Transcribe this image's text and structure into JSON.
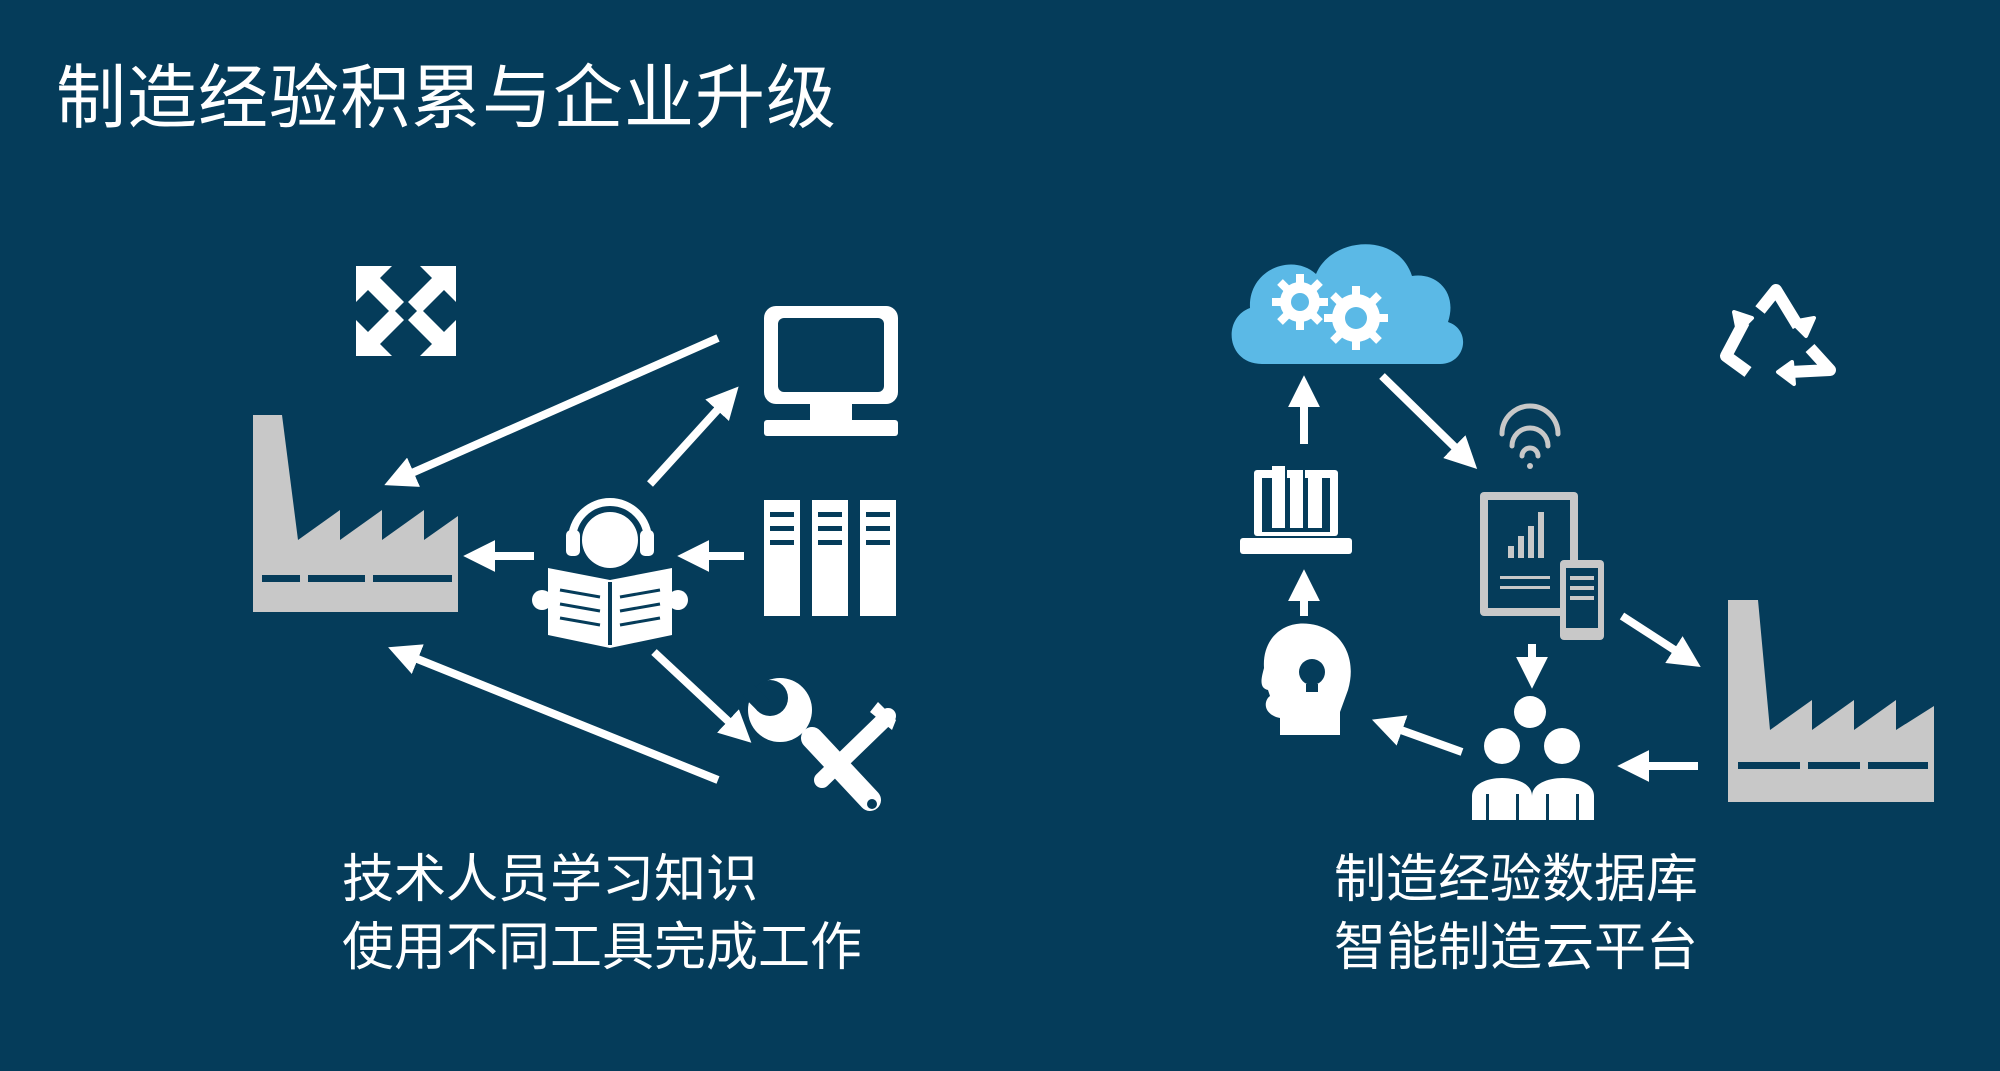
{
  "title": "制造经验积累与企业升级",
  "left_panel": {
    "caption_lines": [
      "技术人员学习知识",
      "使用不同工具完成工作"
    ],
    "icons": [
      "move-arrows-icon",
      "factory-icon",
      "monitor-icon",
      "server-rack-icon",
      "reader-with-headphones-icon",
      "wrench-screwdriver-icon"
    ]
  },
  "right_panel": {
    "caption_lines": [
      "制造经验数据库",
      "智能制造云平台"
    ],
    "icons": [
      "cloud-gears-icon",
      "recycle-icon",
      "wifi-icon",
      "laptop-books-icon",
      "tablet-chart-icon",
      "lightbulb-head-icon",
      "team-icon",
      "factory-icon"
    ]
  },
  "colors": {
    "background": "#053c5a",
    "foreground": "#ffffff",
    "factory": "#c8c8c8",
    "cloud": "#5bb9e6"
  }
}
